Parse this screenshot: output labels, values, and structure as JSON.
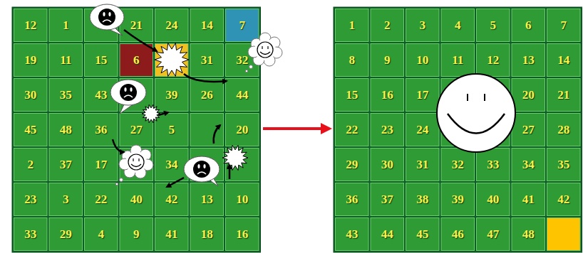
{
  "diagram": {
    "nodes": [
      {
        "text": [
          "12"
        ]
      },
      {
        "text": [
          "1"
        ]
      },
      {
        "text": [
          "21"
        ]
      },
      {
        "text": [
          "24"
        ]
      },
      {
        "text": [
          "14"
        ]
      },
      {
        "text": [
          "7"
        ]
      },
      {
        "text": [
          "19"
        ]
      },
      {
        "text": [
          "11"
        ]
      },
      {
        "text": [
          "15"
        ]
      },
      {
        "text": [
          "6"
        ]
      },
      {
        "text": [
          "31"
        ]
      },
      {
        "text": [
          "32"
        ]
      },
      {
        "text": [
          "30"
        ]
      },
      {
        "text": [
          "35"
        ]
      },
      {
        "text": [
          "43"
        ]
      },
      {
        "text": [
          "39"
        ]
      },
      {
        "text": [
          "26"
        ]
      },
      {
        "text": [
          "44"
        ]
      },
      {
        "text": [
          "45"
        ]
      },
      {
        "text": [
          "48"
        ]
      },
      {
        "text": [
          "36"
        ]
      },
      {
        "text": [
          "27"
        ]
      },
      {
        "text": [
          "5"
        ]
      },
      {
        "text": [
          "20"
        ]
      },
      {
        "text": [
          "2"
        ]
      },
      {
        "text": [
          "37"
        ]
      },
      {
        "text": [
          "17"
        ]
      },
      {
        "text": [
          "34"
        ]
      },
      {
        "text": [
          "23"
        ]
      },
      {
        "text": [
          "3"
        ]
      },
      {
        "text": [
          "22"
        ]
      },
      {
        "text": [
          "40"
        ]
      },
      {
        "text": [
          "42"
        ]
      },
      {
        "text": [
          "13"
        ]
      },
      {
        "text": [
          "10"
        ]
      },
      {
        "text": [
          "33"
        ]
      },
      {
        "text": [
          "29"
        ]
      },
      {
        "text": [
          "4"
        ]
      },
      {
        "text": [
          "9"
        ]
      },
      {
        "text": [
          "41"
        ]
      },
      {
        "text": [
          "18"
        ]
      },
      {
        "text": [
          "16"
        ]
      },
      {
        "text": [
          "1"
        ]
      },
      {
        "text": [
          "2"
        ]
      },
      {
        "text": [
          "3"
        ]
      },
      {
        "text": [
          "4"
        ]
      },
      {
        "text": [
          "5"
        ]
      },
      {
        "text": [
          "6"
        ]
      },
      {
        "text": [
          "7"
        ]
      },
      {
        "text": [
          "8"
        ]
      },
      {
        "text": [
          "9"
        ]
      },
      {
        "text": [
          "10"
        ]
      },
      {
        "text": [
          "11"
        ]
      },
      {
        "text": [
          "12"
        ]
      },
      {
        "text": [
          "13"
        ]
      },
      {
        "text": [
          "14"
        ]
      },
      {
        "text": [
          "15"
        ]
      },
      {
        "text": [
          "16"
        ]
      },
      {
        "text": [
          "17"
        ]
      },
      {
        "text": [
          "20"
        ]
      },
      {
        "text": [
          "21"
        ]
      },
      {
        "text": [
          "22"
        ]
      },
      {
        "text": [
          "23"
        ]
      },
      {
        "text": [
          "24"
        ]
      },
      {
        "text": [
          "27"
        ]
      },
      {
        "text": [
          "28"
        ]
      },
      {
        "text": [
          "29"
        ]
      },
      {
        "text": [
          "30"
        ]
      },
      {
        "text": [
          "31"
        ]
      },
      {
        "text": [
          "32"
        ]
      },
      {
        "text": [
          "33"
        ]
      },
      {
        "text": [
          "34"
        ]
      },
      {
        "text": [
          "35"
        ]
      },
      {
        "text": [
          "36"
        ]
      },
      {
        "text": [
          "37"
        ]
      },
      {
        "text": [
          "38"
        ]
      },
      {
        "text": [
          "39"
        ]
      },
      {
        "text": [
          "40"
        ]
      },
      {
        "text": [
          "41"
        ]
      },
      {
        "text": [
          "42"
        ]
      },
      {
        "text": [
          "43"
        ]
      },
      {
        "text": [
          "44"
        ]
      },
      {
        "text": [
          "45"
        ]
      },
      {
        "text": [
          "46"
        ]
      },
      {
        "text": [
          "47"
        ]
      },
      {
        "text": [
          "48"
        ]
      }
    ]
  }
}
